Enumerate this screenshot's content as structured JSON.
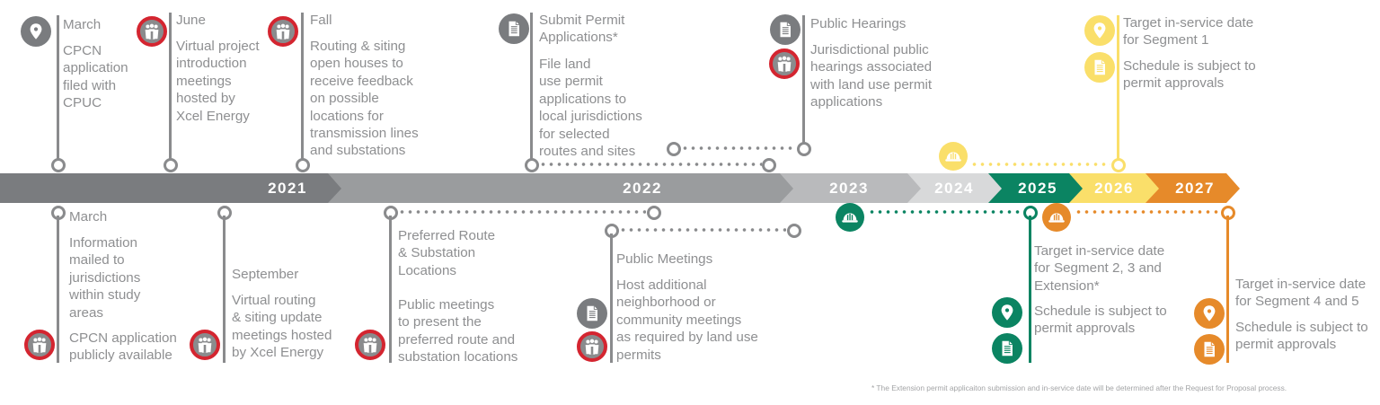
{
  "colors": {
    "gray_dark": "#7a7c7f",
    "gray_mid": "#9a9c9e",
    "gray_light": "#b9babc",
    "gray_lighter": "#d8d9da",
    "green": "#0b8462",
    "yellow": "#fadf6a",
    "orange": "#e68a2a",
    "red_ring": "#d42530",
    "text": "#8e8f91"
  },
  "timeline": {
    "years": [
      "2021",
      "2022",
      "2023",
      "2024",
      "2025",
      "2026",
      "2027"
    ]
  },
  "top_events": [
    {
      "heading": "March",
      "body": "CPCN\napplication\nfiled with\nCPUC",
      "icons": [
        "map-pin"
      ]
    },
    {
      "heading": "June",
      "body": "Virtual project\nintroduction\nmeetings\nhosted by\nXcel Energy",
      "icons": [
        "people"
      ]
    },
    {
      "heading": "Fall",
      "body": "Routing & siting\nopen houses to\nreceive feedback\non possible\nlocations for\ntransmission lines\nand substations",
      "icons": [
        "people"
      ]
    },
    {
      "heading": "Submit Permit\nApplications*",
      "body": "File land\nuse permit\napplications to\nlocal jurisdictions\nfor selected\nroutes and sites",
      "icons": [
        "document"
      ]
    },
    {
      "heading": "Public Hearings",
      "body": "Jurisdictional public\nhearings associated\nwith land use permit\napplications",
      "icons": [
        "document",
        "people"
      ]
    },
    {
      "heading": "Target in-service date\nfor Segment 1",
      "body": "Schedule is subject to\npermit approvals",
      "icons": [
        "map-pin",
        "document",
        "hard-hat"
      ]
    }
  ],
  "bottom_events": [
    {
      "heading": "March",
      "body": "Information\nmailed to\njurisdictions\nwithin study\nareas",
      "note": "CPCN application\npublicly available",
      "icons": [
        "people"
      ]
    },
    {
      "heading": "September",
      "body": "Virtual routing\n& siting update\nmeetings hosted\nby Xcel Energy",
      "icons": [
        "people"
      ]
    },
    {
      "heading": "Preferred Route\n& Substation\nLocations",
      "body": "Public meetings\nto present the\npreferred route and\nsubstation locations",
      "icons": [
        "people"
      ]
    },
    {
      "heading": "Public Meetings",
      "body": "Host additional\nneighborhood or\ncommunity meetings\nas required by land use\npermits",
      "icons": [
        "document",
        "people"
      ]
    },
    {
      "heading": "Target in-service date\nfor Segment 2, 3 and\nExtension*",
      "body": "Schedule is subject to\npermit approvals",
      "icons": [
        "hard-hat",
        "map-pin",
        "document"
      ]
    },
    {
      "heading": "Target in-service date\nfor Segment 4 and 5",
      "body": "Schedule is subject to\npermit approvals",
      "icons": [
        "hard-hat",
        "map-pin",
        "document"
      ]
    }
  ],
  "footnote": "* The Extension permit applicaiton submission and in-service date will be determined after the Request for Proposal process."
}
